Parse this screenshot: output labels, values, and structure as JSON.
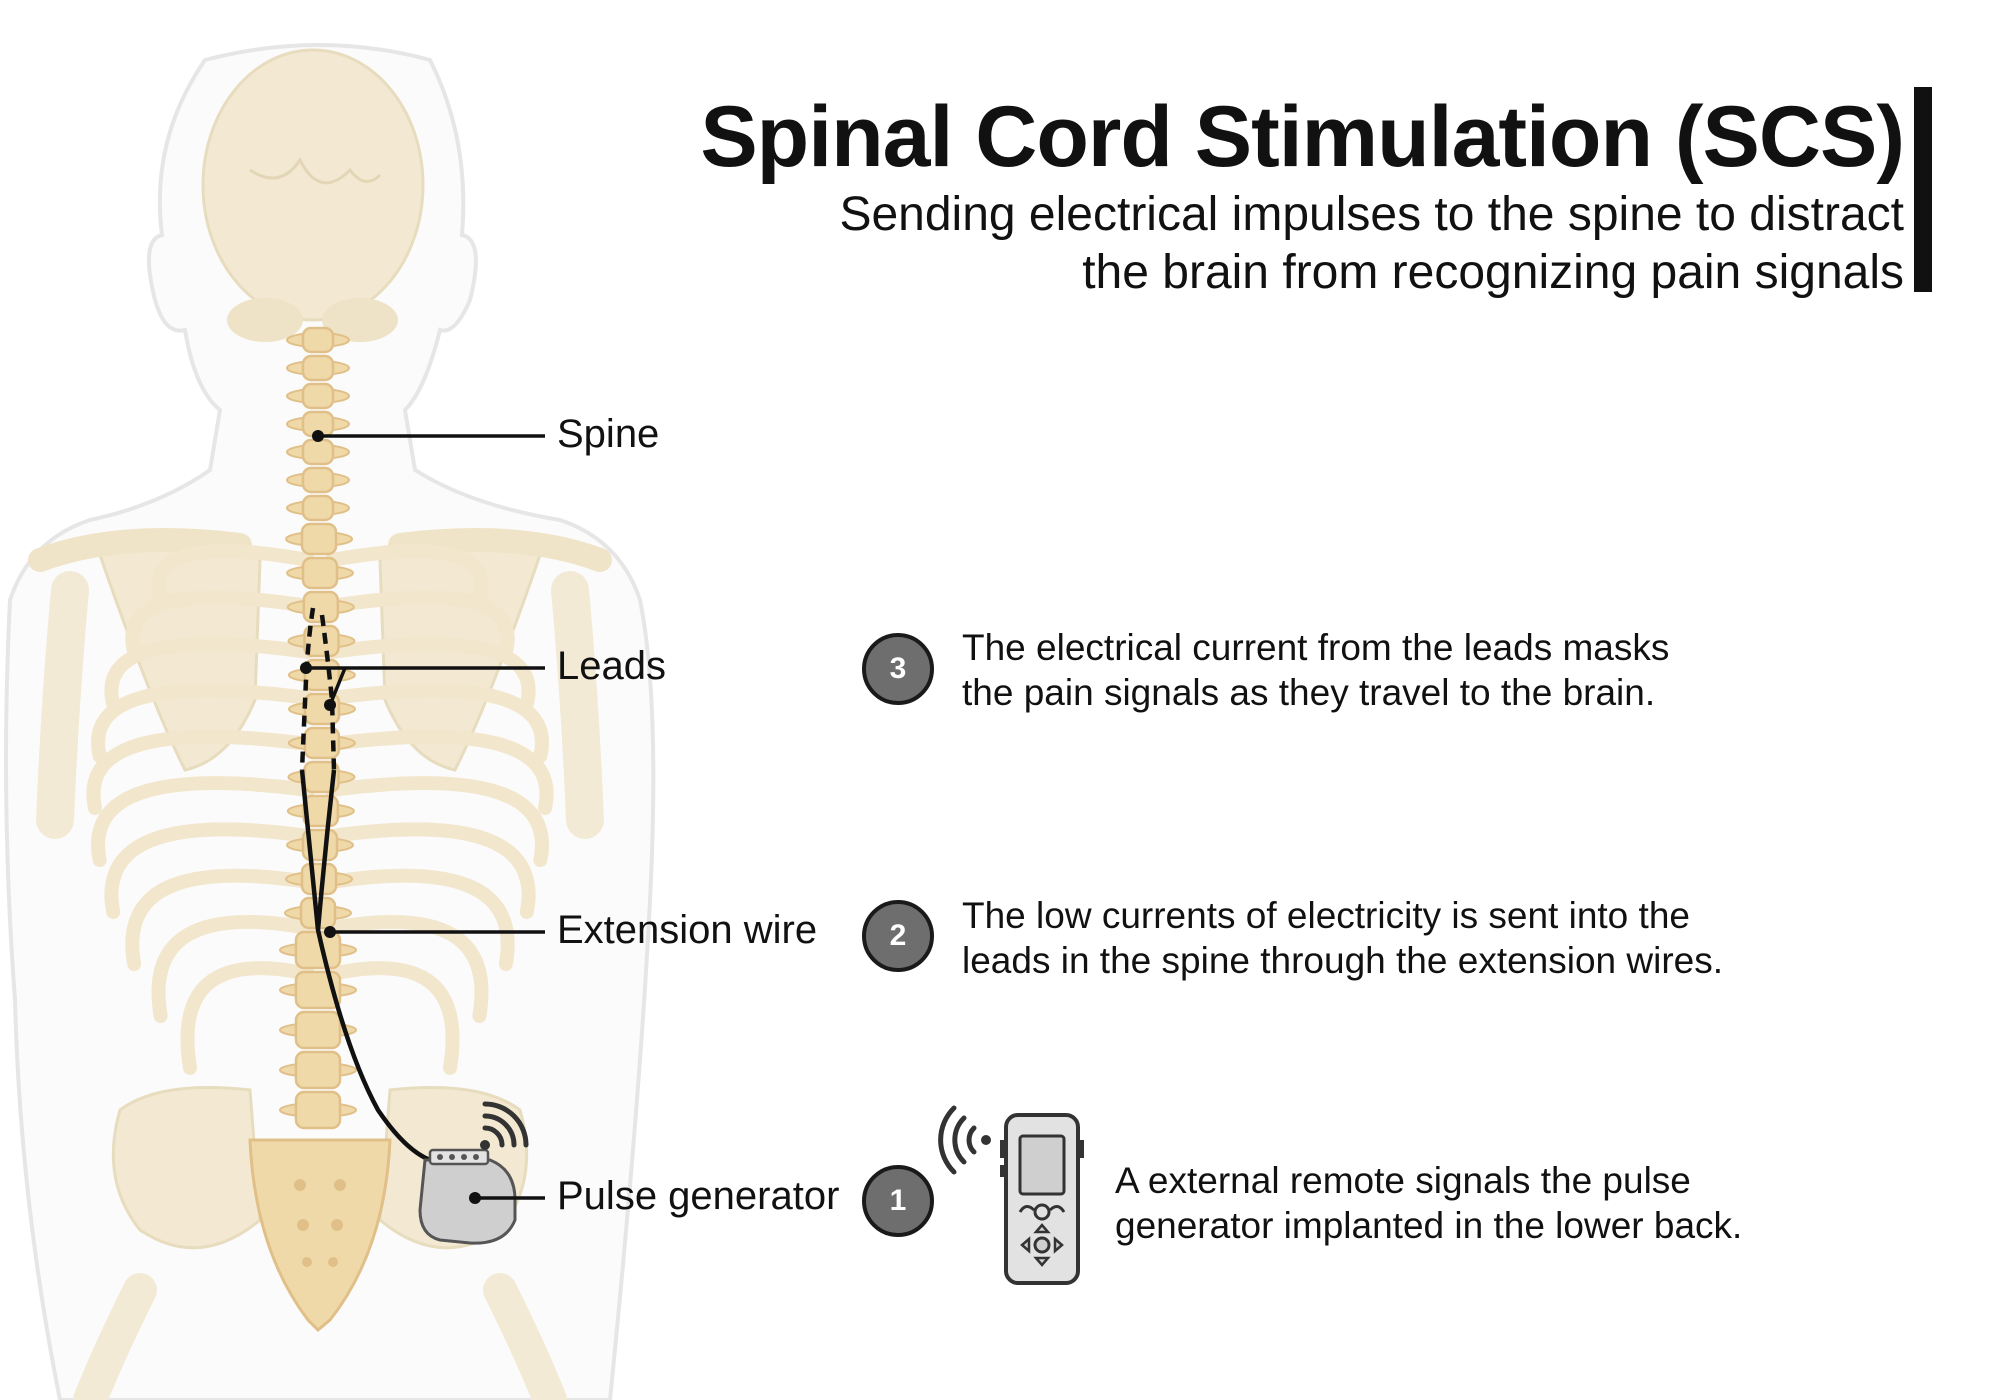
{
  "header": {
    "title": "Spinal Cord Stimulation (SCS)",
    "subtitle_line1": "Sending electrical impulses to the spine to distract",
    "subtitle_line2": "the brain from recognizing pain signals"
  },
  "labels": {
    "spine": "Spine",
    "leads": "Leads",
    "extension_wire": "Extension wire",
    "pulse_generator": "Pulse generator"
  },
  "steps": [
    {
      "number": "1",
      "line1": "A external remote signals the pulse",
      "line2": "generator implanted in the lower back."
    },
    {
      "number": "2",
      "line1": "The low currents of electricity is sent into the",
      "line2": "leads in the spine through the extension wires."
    },
    {
      "number": "3",
      "line1": "The electrical current from the leads masks",
      "line2": "the pain signals as they travel to the brain."
    }
  ],
  "icons": {
    "remote": "remote-control-icon",
    "wireless": "wireless-signal-icon"
  },
  "colors": {
    "bone": "#f0d9a8",
    "bone_faded": "#f3e9d2",
    "body_outline": "#e6e6e6",
    "badge": "#6e6e6e",
    "wire": "#111111"
  }
}
